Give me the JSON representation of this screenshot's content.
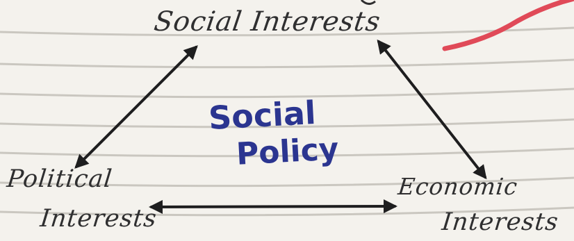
{
  "diagram": {
    "nodes": {
      "social": "Social Interests",
      "political": [
        "Political",
        "Interests"
      ],
      "economic": [
        "Economic",
        "Interests"
      ]
    },
    "center": [
      "Social",
      "Policy"
    ],
    "edges": [
      {
        "from": "social",
        "to": "political",
        "bidirectional": true
      },
      {
        "from": "social",
        "to": "economic",
        "bidirectional": true
      },
      {
        "from": "political",
        "to": "economic",
        "bidirectional": true
      }
    ]
  },
  "colors": {
    "paper": "#f4f2ed",
    "ruled_line": "#b9b6ae",
    "ink": "#1e1e1f",
    "center_ink": "#2b3590",
    "annotation": "#e04a58"
  }
}
